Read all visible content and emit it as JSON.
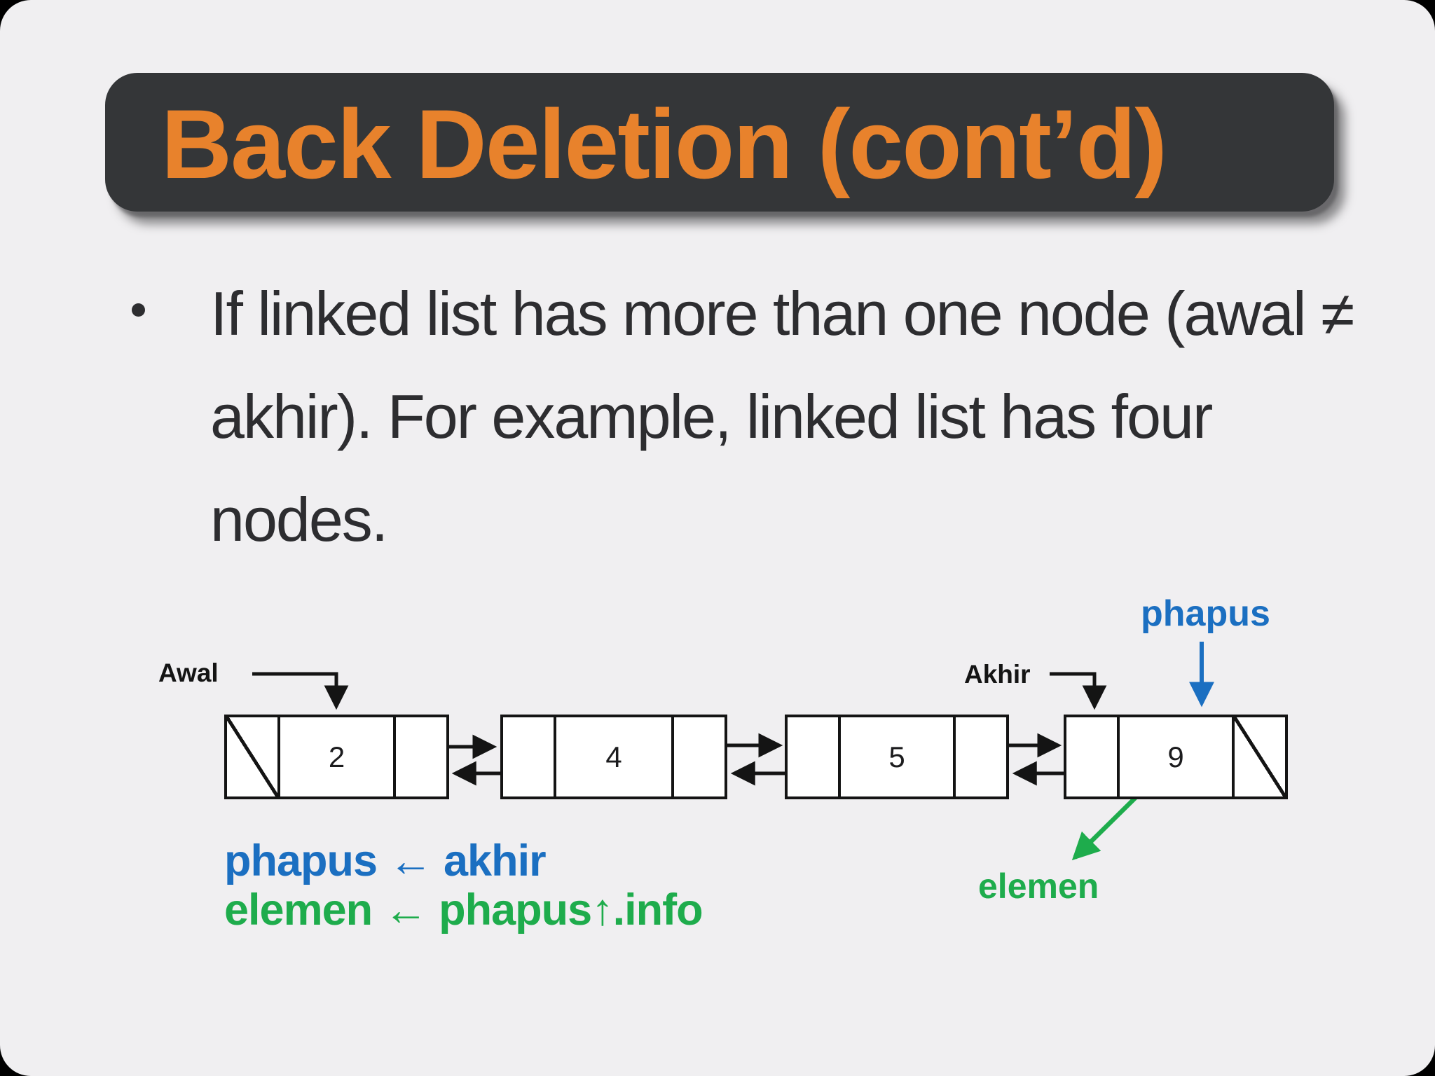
{
  "page": {
    "title_banner": {
      "title": "Back Deletion (cont’d)"
    },
    "bullet": {
      "marker": "•",
      "lines": [
        "If linked list has more than one node (awal ≠",
        "akhir). For example, linked list has four",
        "nodes."
      ]
    },
    "diagram": {
      "head_label": "Awal",
      "tail_label": "Akhir",
      "phapus_label": "phapus",
      "elemen_label": "elemen",
      "nodes": [
        {
          "value": "2",
          "prev": "null",
          "next": "pointer"
        },
        {
          "value": "4",
          "prev": "pointer",
          "next": "pointer"
        },
        {
          "value": "5",
          "prev": "pointer",
          "next": "pointer"
        },
        {
          "value": "9",
          "prev": "pointer",
          "next": "null"
        }
      ],
      "code_lines": [
        "phapus ← akhir",
        "elemen ← phapus↑.info"
      ]
    },
    "colors": {
      "background": "#F0EFF1",
      "banner": "#343638",
      "title_orange": "#E8822C",
      "body_text": "#2D2D30",
      "diagram_ink": "#141414",
      "pointer_blue": "#1B6FC1",
      "pointer_green": "#1EAC4C"
    }
  }
}
